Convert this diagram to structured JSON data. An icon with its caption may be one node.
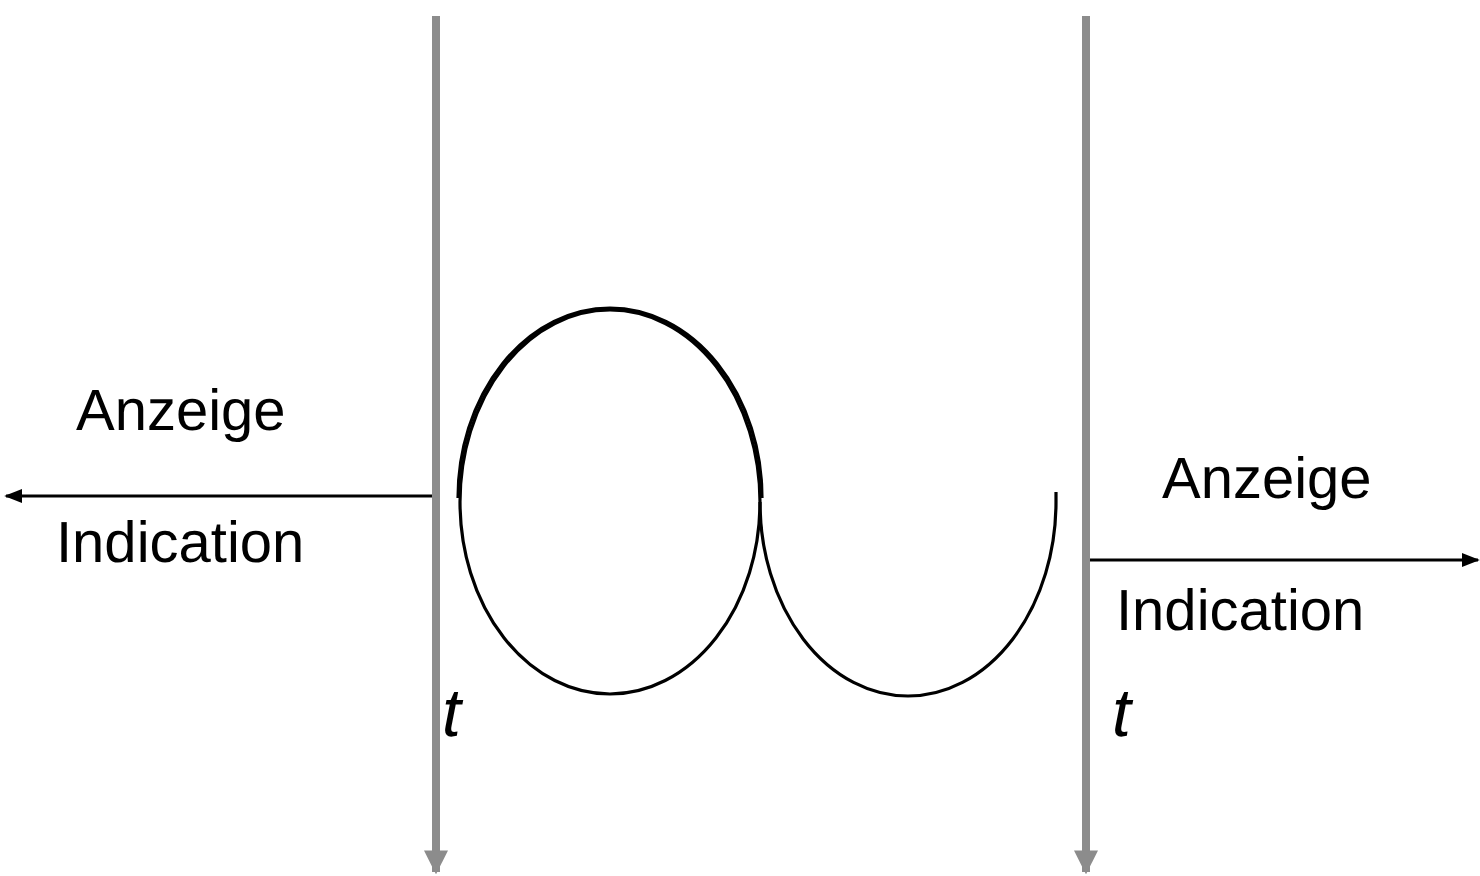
{
  "diagram": {
    "labels": [
      "Anzeige",
      "Indication",
      "t",
      "Anzeige",
      "Indication",
      "t"
    ]
  }
}
